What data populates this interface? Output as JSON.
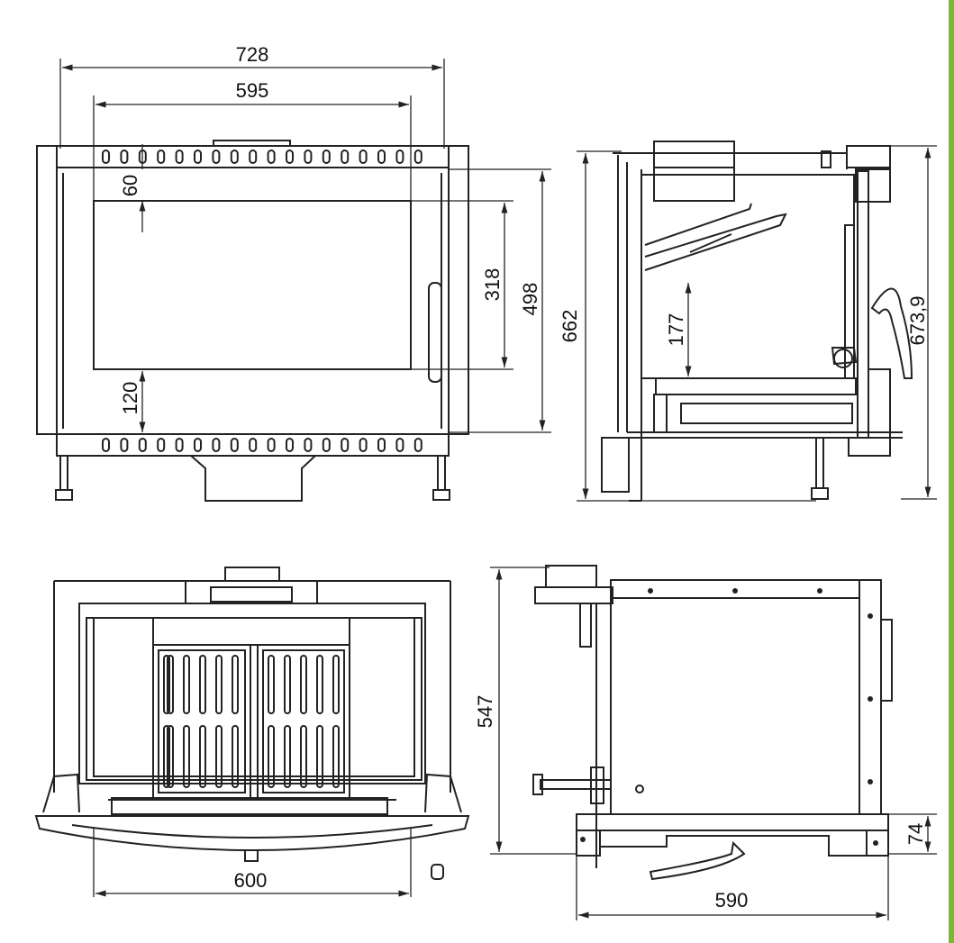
{
  "views": {
    "front": {
      "dims": {
        "overall_width": "728",
        "glass_width": "595",
        "top_offset": "60",
        "glass_height": "318",
        "inner_height": "498",
        "bottom_offset": "120"
      }
    },
    "side": {
      "dims": {
        "total_height": "662",
        "diag_height": "673,9",
        "grate_height": "177"
      }
    },
    "top": {
      "dims": {
        "width": "600"
      }
    },
    "back": {
      "dims": {
        "height": "547",
        "base": "74",
        "depth": "590"
      }
    }
  },
  "colors": {
    "line": "#222222",
    "accent_bar": "#7bb82e"
  }
}
